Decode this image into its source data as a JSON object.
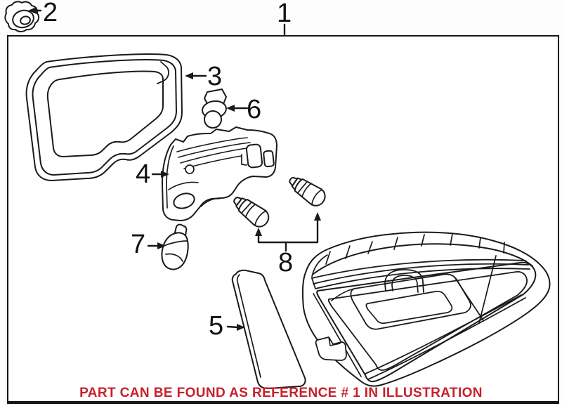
{
  "diagram": {
    "callouts": {
      "n1": "1",
      "n2": "2",
      "n3": "3",
      "n4": "4",
      "n5": "5",
      "n6": "6",
      "n7": "7",
      "n8": "8"
    },
    "footer_note": "PART CAN BE FOUND AS REFERENCE # 1 IN ILLUSTRATION",
    "colors": {
      "note_red": "#c8202a",
      "line": "#1a1a1a",
      "background": "#ffffff"
    }
  }
}
